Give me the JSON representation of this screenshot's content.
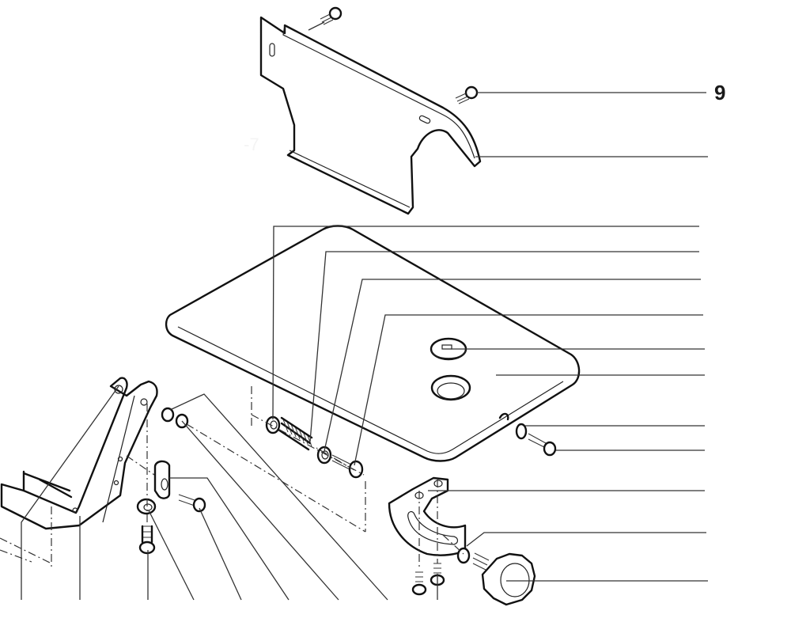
{
  "diagram": {
    "type": "exploded-parts-diagram",
    "background": "#ffffff",
    "line_color": "#111111",
    "callouts": [
      {
        "label": "9",
        "target": "guard-top-screw"
      }
    ],
    "ghost_marks": [
      "-7"
    ],
    "parts": [
      "blade-guard-cover",
      "guard-screw-top",
      "guard-screw-side",
      "table-plate",
      "insert-cap",
      "insert-ring",
      "washer-a",
      "spring",
      "washer-b",
      "socket-screw",
      "edge-washer",
      "edge-screw",
      "support-arm-bracket",
      "arm-washer-1",
      "arm-washer-2",
      "clip",
      "clip-screw",
      "nut",
      "bolt",
      "arc-bracket",
      "arc-screw-1",
      "arc-screw-2",
      "knob-washer",
      "star-knob"
    ],
    "right_leaders_count": 14,
    "bottom_leaders_count": 9
  }
}
